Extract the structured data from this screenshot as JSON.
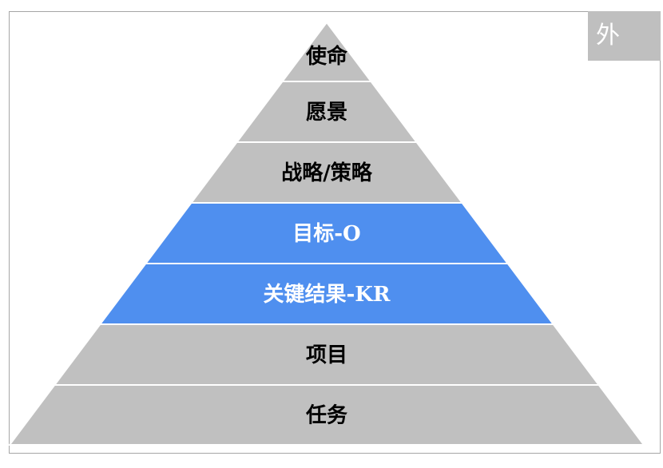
{
  "corner_tag": "外",
  "colors": {
    "gray_layer": "#c0c0c0",
    "blue_layer": "#4f8fef",
    "dark_text": "#000000",
    "light_text": "#ffffff",
    "separator": "#ffffff"
  },
  "pyramid": {
    "layers": [
      {
        "label": "使命",
        "style": "gray"
      },
      {
        "label": "愿景",
        "style": "gray"
      },
      {
        "label": "战略/策略",
        "style": "gray"
      },
      {
        "label": "目标-O",
        "style": "blue"
      },
      {
        "label": "关键结果-KR",
        "style": "blue"
      },
      {
        "label": "项目",
        "style": "gray"
      },
      {
        "label": "任务",
        "style": "gray"
      }
    ]
  }
}
